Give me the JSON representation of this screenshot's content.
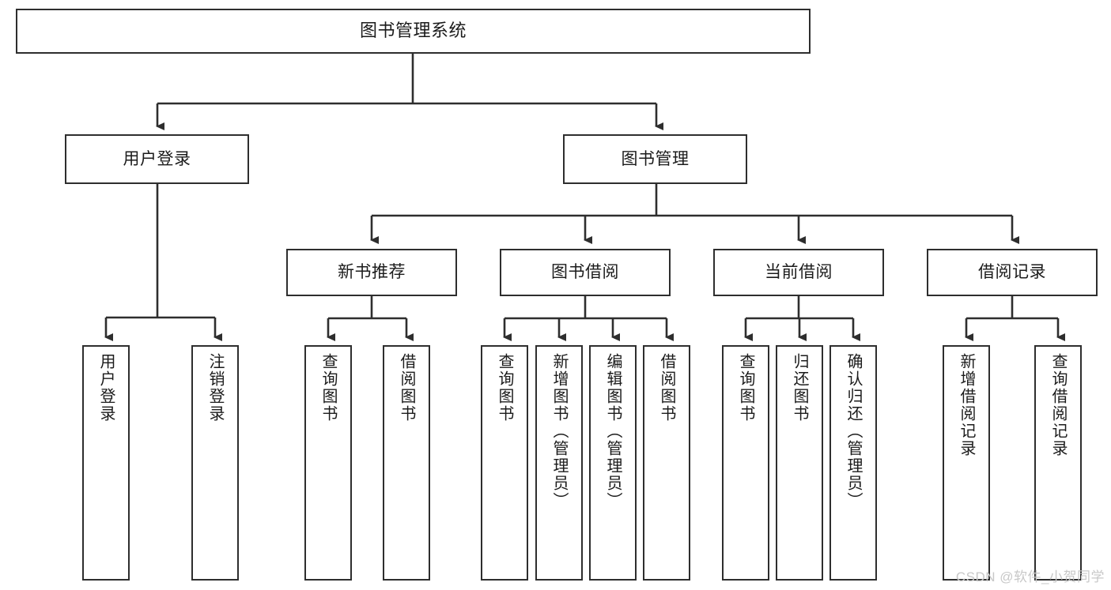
{
  "diagram": {
    "title": "图书管理系统",
    "type": "功能结构图",
    "line_color": "#2e2e2e",
    "box_fill": "#ffffff",
    "text_color": "#1b1b1b"
  },
  "root": {
    "label": "图书管理系统"
  },
  "level2": [
    {
      "label": "用户登录"
    },
    {
      "label": "图书管理"
    }
  ],
  "level3": [
    {
      "label": "新书推荐"
    },
    {
      "label": "图书借阅"
    },
    {
      "label": "当前借阅"
    },
    {
      "label": "借阅记录"
    }
  ],
  "leaves": [
    {
      "label": "用户登录"
    },
    {
      "label": "注销登录"
    },
    {
      "label": "查询图书"
    },
    {
      "label": "借阅图书"
    },
    {
      "label": "查询图书"
    },
    {
      "label": "新增图书（管理员）"
    },
    {
      "label": "编辑图书（管理员）"
    },
    {
      "label": "借阅图书"
    },
    {
      "label": "查询图书"
    },
    {
      "label": "归还图书"
    },
    {
      "label": "确认归还（管理员）"
    },
    {
      "label": "新增借阅记录"
    },
    {
      "label": "查询借阅记录"
    }
  ],
  "watermark": {
    "text": "CSDN @软件_小贺同学"
  }
}
